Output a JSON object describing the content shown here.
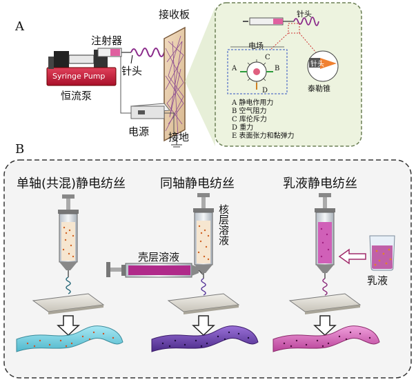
{
  "panel_a": {
    "label": "A",
    "syringe": "注射器",
    "pump_en": "Syringe Pump",
    "pump_cn": "恒流泵",
    "needle": "针头",
    "collector": "接收板",
    "power": "电源",
    "ground": "接地",
    "inset": {
      "needle": "针头",
      "field": "电场",
      "label_a": "A",
      "label_b": "B",
      "label_c": "C",
      "label_d": "D",
      "needle_tip": "针头",
      "taylor_cone": "泰勒锥",
      "forces": [
        "A 静电作用力",
        "B 空气阻力",
        "C 库伦斥力",
        "D 重力",
        "E 表面张力和黏弹力"
      ]
    }
  },
  "panel_b": {
    "label": "B",
    "methods": [
      {
        "title": "单轴(共混)静电纺丝"
      },
      {
        "title": "同轴静电纺丝",
        "shell": "壳层溶液",
        "core": "核层溶液"
      },
      {
        "title": "乳液静电纺丝",
        "emulsion": "乳液"
      }
    ]
  },
  "colors": {
    "pump_red": "#c8203a",
    "jet_purple": "#8a2a8a",
    "inset_bg": "#edf3df",
    "inset_border": "#6b7f55",
    "fiber_cyan": "#7fd0e0",
    "fiber_violet": "#6a3aa8",
    "fiber_pink": "#d060b8"
  }
}
